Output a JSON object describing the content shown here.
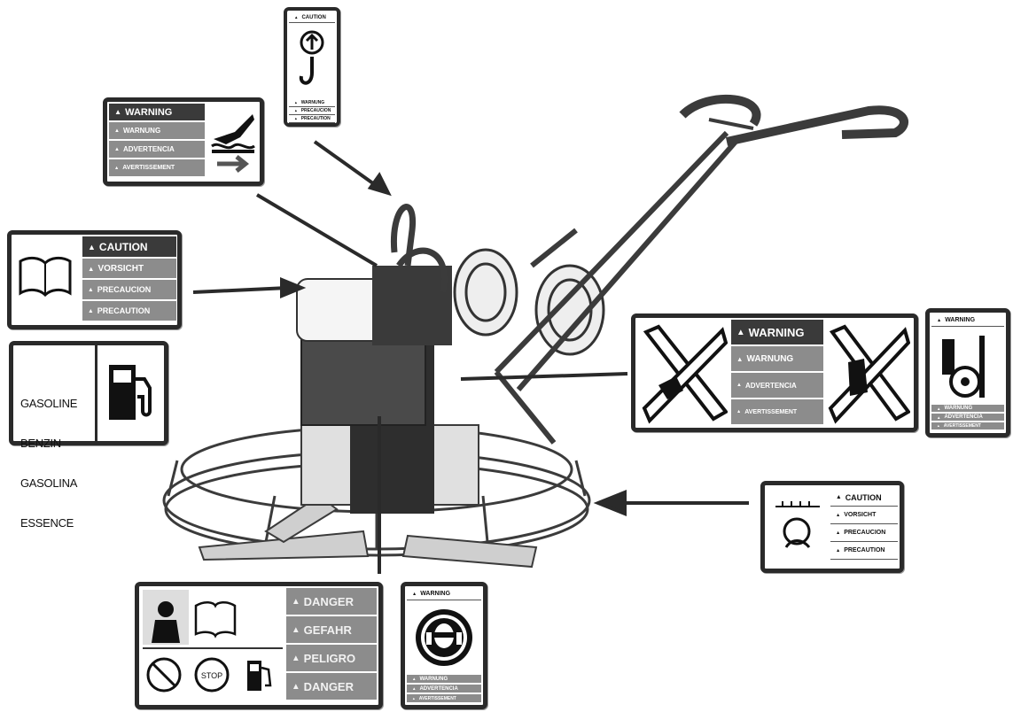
{
  "decals": {
    "lift_hook": {
      "header": "CAUTION",
      "rows": [
        "WARNUNG",
        "PRECAUCION",
        "PRECAUTION"
      ]
    },
    "hot_surface": {
      "rows": [
        "WARNING",
        "WARNUNG",
        "ADVERTENCIA",
        "AVERTISSEMENT"
      ]
    },
    "manual": {
      "rows": [
        "CAUTION",
        "VORSICHT",
        "PRECAUCION",
        "PRECAUTION"
      ]
    },
    "fuel": {
      "words": [
        "GASOLINE",
        "BENZIN",
        "GASOLINA",
        "ESSENCE"
      ]
    },
    "blades": {
      "rows": [
        "WARNING",
        "WARNUNG",
        "ADVERTENCIA",
        "AVERTISSEMENT"
      ]
    },
    "guard": {
      "header": "WARNING",
      "rows": [
        "WARNUNG",
        "ADVERTENCIA",
        "AVERTISSEMENT"
      ]
    },
    "ring": {
      "rows": [
        "CAUTION",
        "VORSICHT",
        "PRECAUCION",
        "PRECAUTION"
      ]
    },
    "danger": {
      "rows": [
        "DANGER",
        "GEFAHR",
        "PELIGRO",
        "DANGER"
      ]
    },
    "ppe": {
      "header": "WARNING",
      "rows": [
        "WARNUNG",
        "ADVERTENCIA",
        "AVERTISSEMENT"
      ]
    }
  },
  "icons": {
    "lift_hook": "lifting-hook-icon",
    "hot_surface": "hot-surface-hand-icon",
    "manual": "operator-manual-icon",
    "fuel": "fuel-pump-icon",
    "blades": "rotating-blade-hazard-icon",
    "guard": "guard-ring-hazard-icon",
    "ring": "spinning-ring-hazard-icon",
    "danger": "engine-hazard-icons",
    "ppe": "hearing-eye-protection-icon"
  },
  "colors": {
    "decal_border": "#2a2a2a",
    "label_fill": "#8c8c8c",
    "machine_line": "#3b3b3b",
    "engine_fill": "#2e2e2e"
  }
}
